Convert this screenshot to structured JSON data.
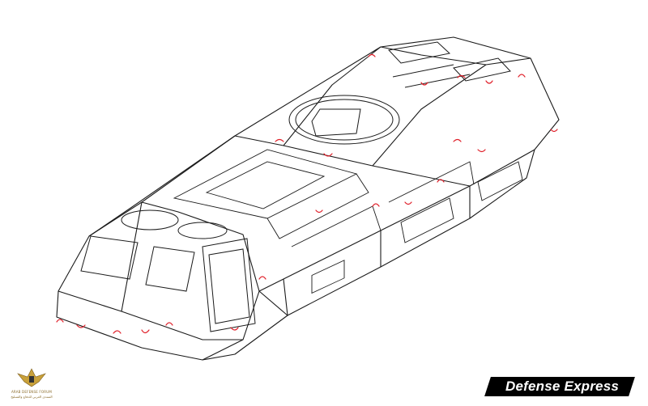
{
  "brand": {
    "label": "Defense Express"
  },
  "watermark": {
    "line1": "ARAB DEFENSE FORUM",
    "line2": "المنتدى العربي للدفاع والتسليح",
    "logo_icon": "eagle-crest-icon"
  },
  "colors": {
    "line": "#1a1a1a",
    "annotation": "#e0202a",
    "background": "#ffffff",
    "brand_bg": "#000000",
    "brand_text": "#ffffff"
  }
}
